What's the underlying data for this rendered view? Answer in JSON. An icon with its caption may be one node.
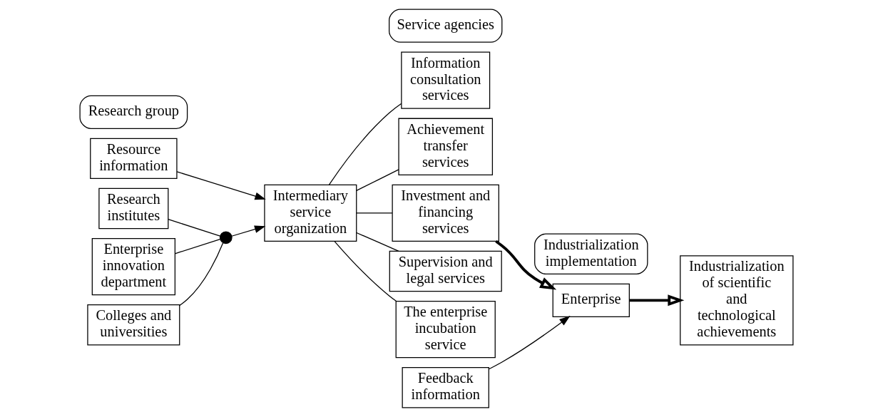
{
  "diagram": {
    "nodes": [
      {
        "text": [
          "Resource information"
        ]
      },
      {
        "text": [
          "Research institutes"
        ]
      },
      {
        "text": [
          "Enterprise innovation department"
        ]
      },
      {
        "text": [
          "Colleges and universities"
        ]
      },
      {
        "text": [],
        "shape": "circle"
      },
      {
        "text": [
          "Intermediary service organization"
        ]
      },
      {
        "text": [
          "Information consultation services"
        ]
      },
      {
        "text": [
          "Achievement transfer services"
        ]
      },
      {
        "text": [
          "Investment and financing services"
        ]
      },
      {
        "text": [
          "Supervision and legal services"
        ]
      },
      {
        "text": [
          "The enterprise incubation service"
        ]
      },
      {
        "text": [
          "Feedback information"
        ]
      },
      {
        "text": [
          "Enterprise"
        ]
      },
      {
        "text": [
          "Industrialization of scientific and technological achievements"
        ]
      },
      {
        "text": [
          "Research group"
        ]
      },
      {
        "text": [
          "Service agencies"
        ]
      },
      {
        "text": [
          "Industrialization implementation"
        ]
      }
    ],
    "edges": [
      {
        "from": 1,
        "to": 4,
        "arrow": "none"
      },
      {
        "from": 2,
        "to": 4,
        "arrow": "none"
      },
      {
        "from": 3,
        "to": 4,
        "arrow": "none"
      },
      {
        "from": 4,
        "to": 5,
        "arrow": "to"
      },
      {
        "from": 0,
        "to": 5,
        "arrow": "to"
      },
      {
        "from": 5,
        "to": 6,
        "arrow": "none"
      },
      {
        "from": 5,
        "to": 7,
        "arrow": "none"
      },
      {
        "from": 5,
        "to": 8,
        "arrow": "none"
      },
      {
        "from": 5,
        "to": 9,
        "arrow": "none"
      },
      {
        "from": 5,
        "to": 10,
        "arrow": "none"
      },
      {
        "from": 8,
        "to": 12,
        "arrow": "to",
        "style": "thick"
      },
      {
        "from": 11,
        "to": 12,
        "arrow": "to"
      },
      {
        "from": 12,
        "to": 13,
        "arrow": "to",
        "style": "thick"
      }
    ]
  }
}
